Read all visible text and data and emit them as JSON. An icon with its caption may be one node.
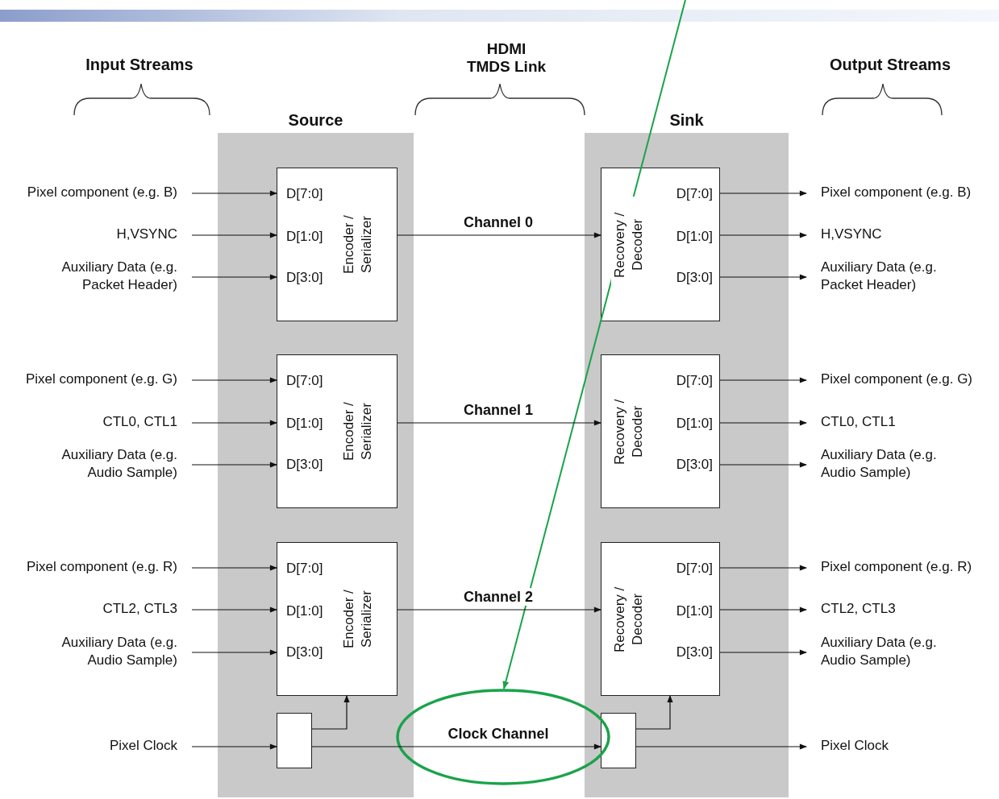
{
  "diagram": {
    "nodes": [
      {
        "text": [
          "Source"
        ]
      },
      {
        "text": [
          "D[7:0]",
          "D[1:0]",
          "D[3:0]",
          "Encoder / Serializer"
        ],
        "in": 0
      },
      {
        "text": [
          "D[7:0]",
          "D[1:0]",
          "D[3:0]",
          "Encoder / Serializer"
        ],
        "in": 0
      },
      {
        "text": [
          "D[7:0]",
          "D[1:0]",
          "D[3:0]",
          "Encoder / Serializer"
        ],
        "in": 0
      },
      {
        "text": [],
        "shape": "box",
        "in": 0
      },
      {
        "text": [
          "Sink"
        ]
      },
      {
        "text": [
          "Recovery / Decoder",
          "D[7:0]",
          "D[1:0]",
          "D[3:0]"
        ],
        "in": 5
      },
      {
        "text": [
          "Recovery / Decoder",
          "D[7:0]",
          "D[1:0]",
          "D[3:0]"
        ],
        "in": 5
      },
      {
        "text": [
          "Recovery / Decoder",
          "D[7:0]",
          "D[1:0]",
          "D[3:0]"
        ],
        "in": 5
      },
      {
        "text": [],
        "shape": "box",
        "in": 5
      },
      {
        "text": [
          "Pixel component (e.g. B)"
        ]
      },
      {
        "text": [
          "H,VSYNC"
        ]
      },
      {
        "text": [
          "Auxiliary Data (e.g. Packet Header)"
        ]
      },
      {
        "text": [
          "Pixel component (e.g. G)"
        ]
      },
      {
        "text": [
          "CTL0, CTL1"
        ]
      },
      {
        "text": [
          "Auxiliary Data (e.g. Audio Sample)"
        ]
      },
      {
        "text": [
          "Pixel component (e.g. R)"
        ]
      },
      {
        "text": [
          "CTL2, CTL3"
        ]
      },
      {
        "text": [
          "Auxiliary Data (e.g. Audio Sample)"
        ]
      },
      {
        "text": [
          "Pixel Clock"
        ]
      },
      {
        "text": [
          "Pixel component (e.g. B)"
        ]
      },
      {
        "text": [
          "H,VSYNC"
        ]
      },
      {
        "text": [
          "Auxiliary Data (e.g. Packet Header)"
        ]
      },
      {
        "text": [
          "Pixel component (e.g. G)"
        ]
      },
      {
        "text": [
          "CTL0, CTL1"
        ]
      },
      {
        "text": [
          "Auxiliary Data (e.g. Audio Sample)"
        ]
      },
      {
        "text": [
          "Pixel component (e.g. R)"
        ]
      },
      {
        "text": [
          "CTL2, CTL3"
        ]
      },
      {
        "text": [
          "Auxiliary Data (e.g. Audio Sample)"
        ]
      },
      {
        "text": [
          "Pixel Clock"
        ]
      }
    ],
    "edges": [
      {
        "from": 10,
        "to": 1,
        "arrow": "to"
      },
      {
        "from": 11,
        "to": 1,
        "arrow": "to"
      },
      {
        "from": 12,
        "to": 1,
        "arrow": "to"
      },
      {
        "from": 13,
        "to": 2,
        "arrow": "to"
      },
      {
        "from": 14,
        "to": 2,
        "arrow": "to"
      },
      {
        "from": 15,
        "to": 2,
        "arrow": "to"
      },
      {
        "from": 16,
        "to": 3,
        "arrow": "to"
      },
      {
        "from": 17,
        "to": 3,
        "arrow": "to"
      },
      {
        "from": 18,
        "to": 3,
        "arrow": "to"
      },
      {
        "from": 19,
        "to": 4,
        "arrow": "to"
      },
      {
        "from": 4,
        "to": 3,
        "arrow": "to"
      },
      {
        "from": 1,
        "to": 6,
        "arrow": "to",
        "label": "Channel 0"
      },
      {
        "from": 2,
        "to": 7,
        "arrow": "to",
        "label": "Channel 1"
      },
      {
        "from": 3,
        "to": 8,
        "arrow": "to",
        "label": "Channel 2"
      },
      {
        "from": 4,
        "to": 9,
        "arrow": "to",
        "label": "Clock Channel"
      },
      {
        "from": 9,
        "to": 8,
        "arrow": "to"
      },
      {
        "from": 6,
        "to": 20,
        "arrow": "to"
      },
      {
        "from": 6,
        "to": 21,
        "arrow": "to"
      },
      {
        "from": 6,
        "to": 22,
        "arrow": "to"
      },
      {
        "from": 7,
        "to": 23,
        "arrow": "to"
      },
      {
        "from": 7,
        "to": 24,
        "arrow": "to"
      },
      {
        "from": 7,
        "to": 25,
        "arrow": "to"
      },
      {
        "from": 8,
        "to": 26,
        "arrow": "to"
      },
      {
        "from": 8,
        "to": 27,
        "arrow": "to"
      },
      {
        "from": 8,
        "to": 28,
        "arrow": "to"
      },
      {
        "from": 9,
        "to": 29,
        "arrow": "to"
      }
    ],
    "labels": [
      "Input Streams",
      "HDMI TMDS Link",
      "Output Streams"
    ]
  }
}
